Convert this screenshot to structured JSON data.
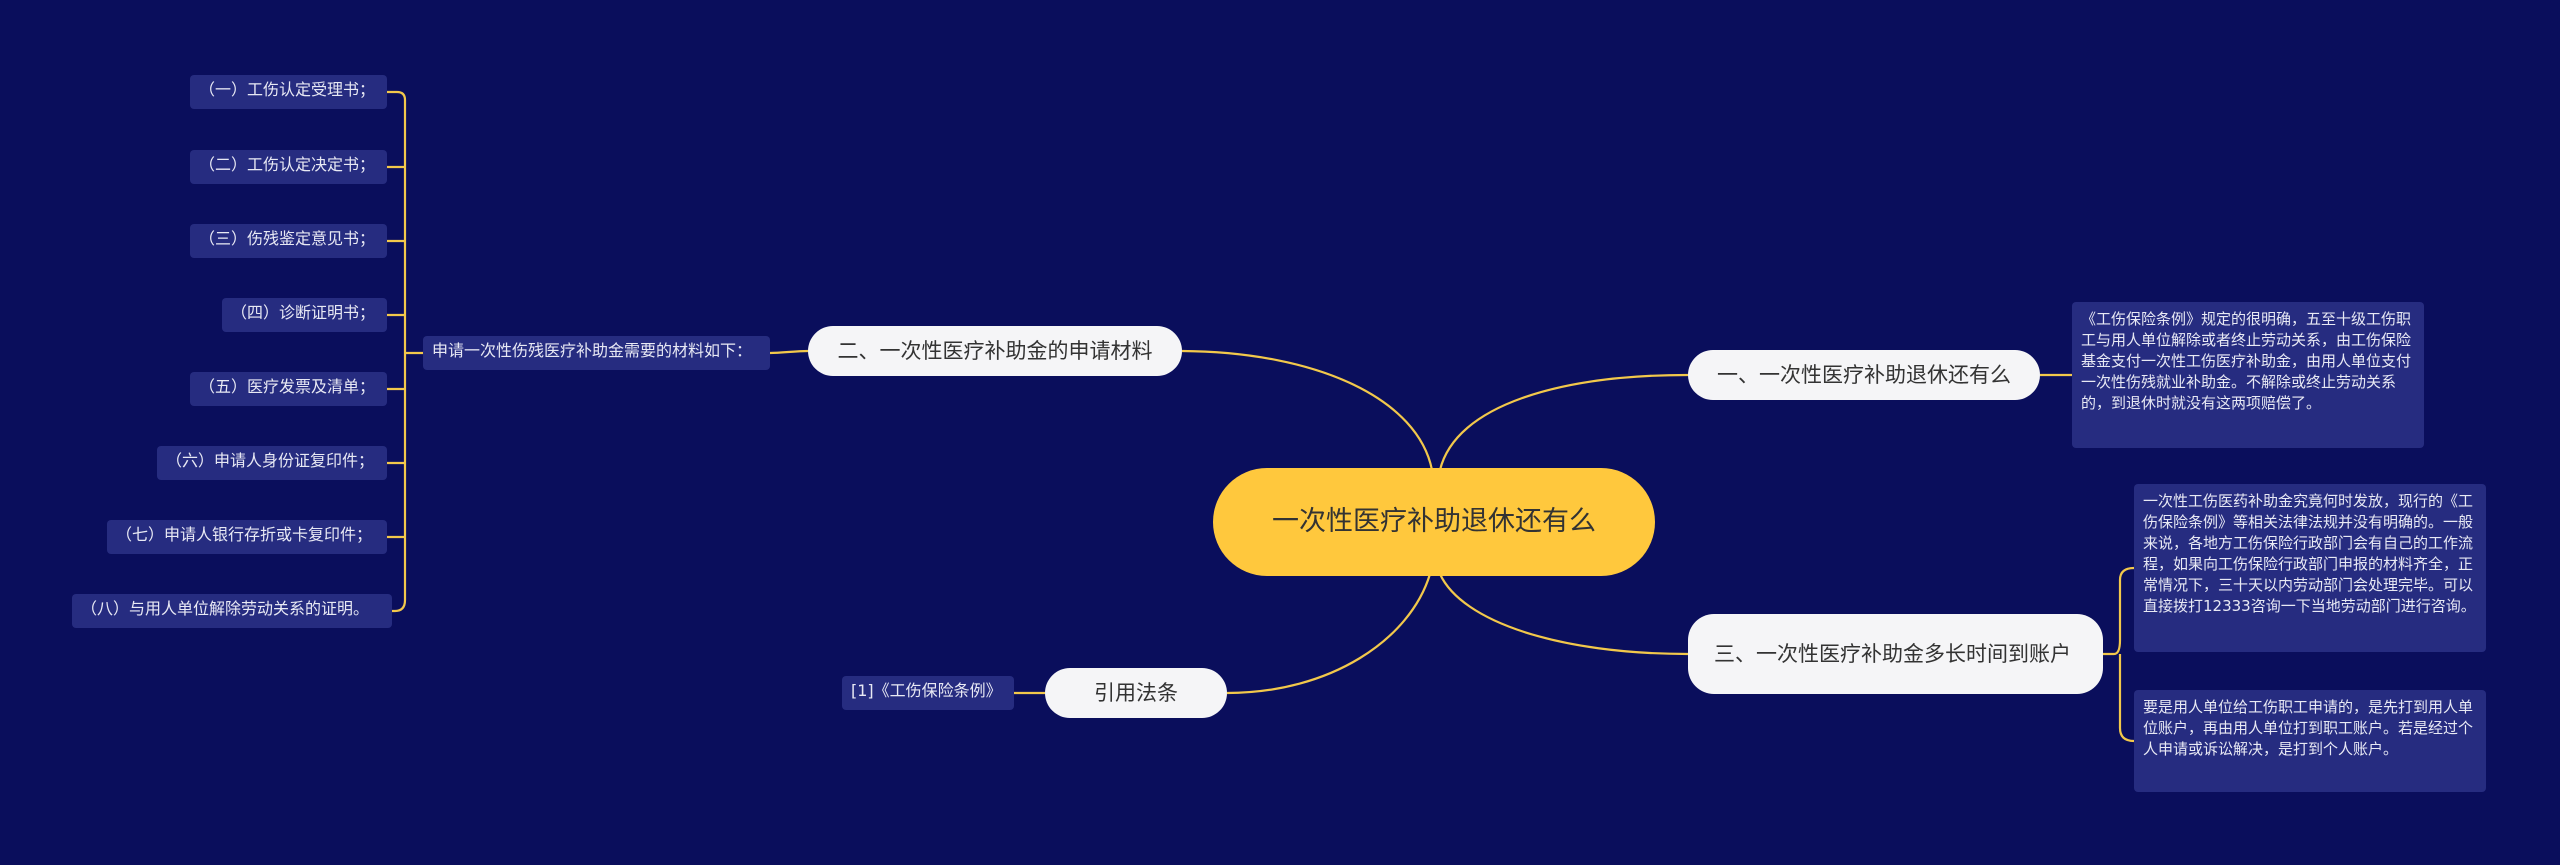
{
  "root": {
    "label": "一次性医疗补助退休还有么"
  },
  "branches": {
    "materials": {
      "label": "二、一次性医疗补助金的申请材料",
      "hub": "申请一次性伤残医疗补助金需要的材料如下：",
      "items": [
        "（一）工伤认定受理书；",
        "（二）工伤认定决定书；",
        "（三）伤残鉴定意见书；",
        "（四）诊断证明书；",
        "（五）医疗发票及清单；",
        "（六）申请人身份证复印件；",
        "（七）申请人银行存折或卡复印件；",
        "（八）与用人单位解除劳动关系的证明。"
      ]
    },
    "retire": {
      "label": "一、一次性医疗补助退休还有么",
      "text": "《工伤保险条例》规定的很明确，五至十级工伤职工与用人单位解除或者终止劳动关系，由工伤保险基金支付一次性工伤医疗补助金，由用人单位支付一次性伤残就业补助金。不解除或终止劳动关系的，到退休时就没有这两项赔偿了。"
    },
    "timing": {
      "label": "三、一次性医疗补助金多长时间到账户",
      "texts": [
        "一次性工伤医药补助金究竟何时发放，现行的《工伤保险条例》等相关法律法规并没有明确的。一般来说，各地方工伤保险行政部门会有自己的工作流程，如果向工伤保险行政部门申报的材料齐全，正常情况下，三十天以内劳动部门会处理完毕。可以直接拨打12333咨询一下当地劳动部门进行咨询。",
        "要是用人单位给工伤职工申请的，是先打到用人单位账户，再由用人单位打到职工账户。若是经过个人申请或诉讼解决，是打到个人账户。"
      ]
    },
    "law": {
      "label": "引用法条",
      "items": [
        "[1]《工伤保险条例》"
      ]
    }
  },
  "colors": {
    "background": "#0a0e5c",
    "root": "#ffc83d",
    "branch": "#f5f5f7",
    "leaf": "#262c80",
    "line": "#f2c84b"
  }
}
